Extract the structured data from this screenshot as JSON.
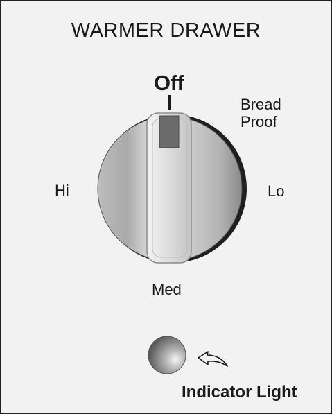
{
  "panel": {
    "title": "WARMER DRAWER"
  },
  "dial": {
    "positions": {
      "off": "Off",
      "bread_proof_line1": "Bread",
      "bread_proof_line2": "Proof",
      "hi": "Hi",
      "lo": "Lo",
      "med": "Med"
    },
    "current_setting": "Off"
  },
  "indicator": {
    "label": "Indicator Light",
    "state": "off"
  },
  "colors": {
    "background": "#f2f2f2",
    "knob_face": "#d4d4d4",
    "knob_pointer": "#6b6b6b",
    "text": "#1a1a1a"
  }
}
